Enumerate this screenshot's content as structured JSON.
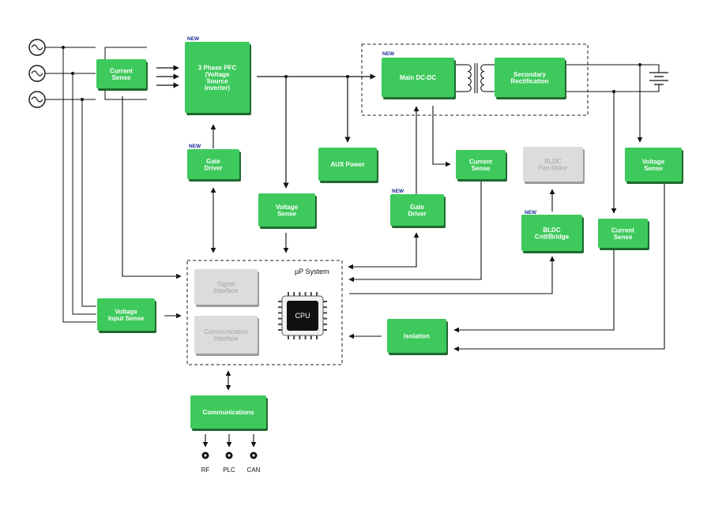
{
  "diagram": {
    "new_tag": "NEW",
    "blocks": {
      "current_sense_in": [
        "Current",
        "Sense"
      ],
      "pfc": [
        "3 Phase PFC",
        "(Voltage",
        "Source",
        "Inverter)"
      ],
      "main_dcdc": [
        "Main DC-DC"
      ],
      "secondary_rect": [
        "Secondary",
        "Rectification"
      ],
      "gate_driver_1": [
        "Gate",
        "Driver"
      ],
      "aux_power": [
        "AUX Power"
      ],
      "voltage_sense_mid": [
        "Voltage",
        "Sense"
      ],
      "gate_driver_2": [
        "Gate",
        "Driver"
      ],
      "current_sense_mid": [
        "Current",
        "Sense"
      ],
      "bldc_fan": [
        "BLDC",
        "Fan Motor"
      ],
      "voltage_sense_out": [
        "Voltage",
        "Sense"
      ],
      "bldc_ctrl": [
        "BLDC",
        "Cntl/Bridge"
      ],
      "current_sense_out": [
        "Current",
        "Sense"
      ],
      "voltage_input_sense": [
        "Voltage",
        "Input Sense"
      ],
      "signal_interface": [
        "Signal",
        "Interface"
      ],
      "comm_interface": [
        "Communication",
        "Interface"
      ],
      "isolation": [
        "Isolation"
      ],
      "communications": [
        "Communications"
      ]
    },
    "up_system": "µP System",
    "cpu": "CPU",
    "ports": [
      "RF",
      "PLC",
      "CAN"
    ],
    "colors": {
      "green": "#3ec95c",
      "green_dark": "#1f6a2f",
      "gray": "#dcdcdc",
      "gray_dark": "#9c9c9c",
      "line": "#111111",
      "new": "#1a2a9a"
    },
    "icons": [
      "ac-source-icon",
      "transformer-icon",
      "battery-icon",
      "cpu-chip-icon",
      "connector-icon"
    ]
  }
}
